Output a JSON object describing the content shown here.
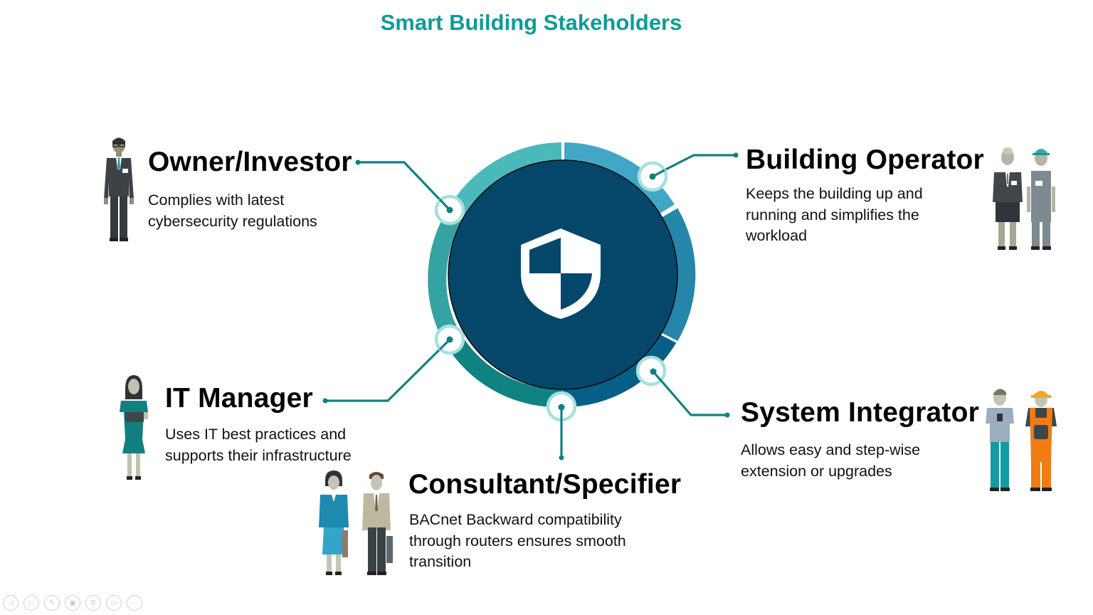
{
  "title": "Smart Building Stakeholders",
  "center_icon": "shield-icon",
  "colors": {
    "title": "#0e9b96",
    "core": "#04476a",
    "connector": "#127f81",
    "node_ring": "#a6e0df",
    "ring_segments": [
      "#4bb9ba",
      "#34a3a2",
      "#128383",
      "#065f86",
      "#2586a9",
      "#42a7c7"
    ]
  },
  "stakeholders": [
    {
      "id": "owner-investor",
      "title": "Owner/Investor",
      "description": [
        "Complies with latest",
        "cybersecurity regulations"
      ]
    },
    {
      "id": "building-operator",
      "title": "Building Operator",
      "description": [
        "Keeps the building up and",
        "running and simplifies the",
        "workload"
      ]
    },
    {
      "id": "it-manager",
      "title": "IT Manager",
      "description": [
        "Uses IT best practices and",
        "supports their infrastructure"
      ]
    },
    {
      "id": "system-integrator",
      "title": "System Integrator",
      "description": [
        "Allows easy and step-wise",
        "extension or upgrades"
      ]
    },
    {
      "id": "consultant-specifier",
      "title": "Consultant/Specifier",
      "description": [
        "BACnet Backward compatibility",
        "through routers ensures smooth",
        "transition"
      ]
    }
  ],
  "slideshow_controls": [
    {
      "name": "previous-slide",
      "glyph": "◁"
    },
    {
      "name": "next-slide",
      "glyph": "▷"
    },
    {
      "name": "pen",
      "glyph": "✎"
    },
    {
      "name": "see-all-slides",
      "glyph": "▣"
    },
    {
      "name": "zoom",
      "glyph": "⚲"
    },
    {
      "name": "subtitles",
      "glyph": "▭"
    },
    {
      "name": "more-options",
      "glyph": "···"
    }
  ]
}
